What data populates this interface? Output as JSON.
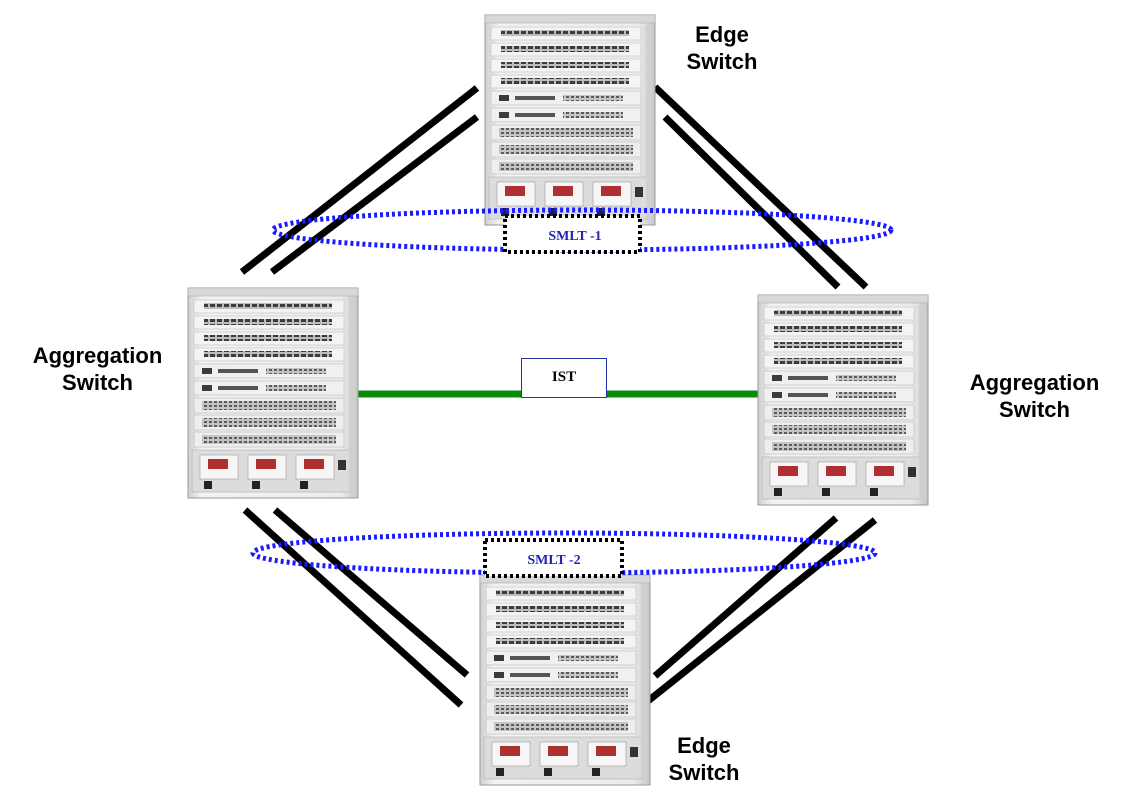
{
  "nodes": {
    "edge_top": {
      "line1": "Edge",
      "line2": "Switch"
    },
    "agg_left": {
      "line1": "Aggregation",
      "line2": "Switch"
    },
    "agg_right": {
      "line1": "Aggregation",
      "line2": "Switch"
    },
    "edge_bottom": {
      "line1": "Edge",
      "line2": "Switch"
    }
  },
  "links": {
    "ist_label": "IST",
    "smlt_top_label": "SMLT -1",
    "smlt_bottom_label": "SMLT -2"
  },
  "colors": {
    "ist_link": "#0a8a0a",
    "smlt_ring": "#1a1aff",
    "uplink": "#000000",
    "chassis": "#e4e4e4"
  }
}
